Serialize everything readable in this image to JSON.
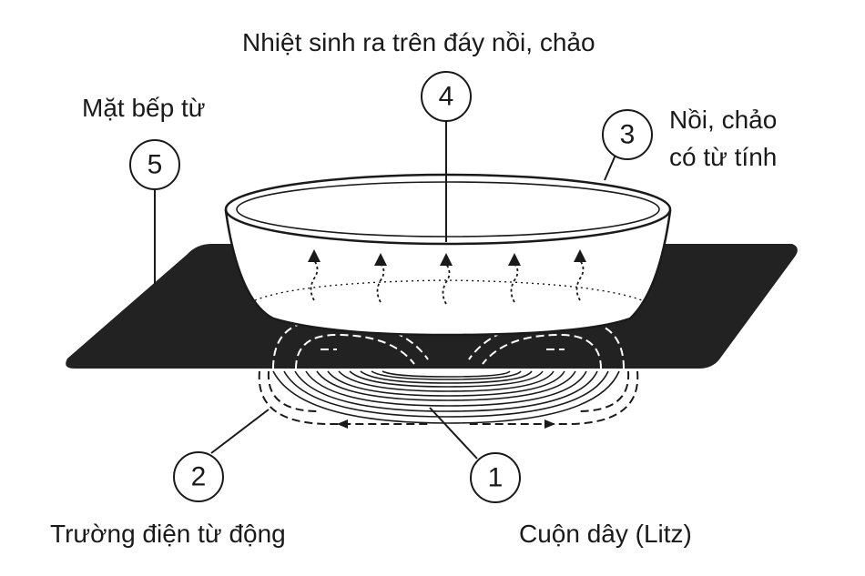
{
  "labels": {
    "heat": "Nhiệt sinh ra trên đáy nồi, chảo",
    "cooktop": "Mặt bếp từ",
    "pan_line1": "Nồi, chảo",
    "pan_line2": "có từ tính",
    "field": "Trường điện từ động",
    "coil": "Cuộn dây (Litz)"
  },
  "callouts": {
    "c1": "1",
    "c2": "2",
    "c3": "3",
    "c4": "4",
    "c5": "5"
  },
  "colors": {
    "ink": "#1a1a1a",
    "cooktop": "#222222",
    "background": "#ffffff"
  }
}
